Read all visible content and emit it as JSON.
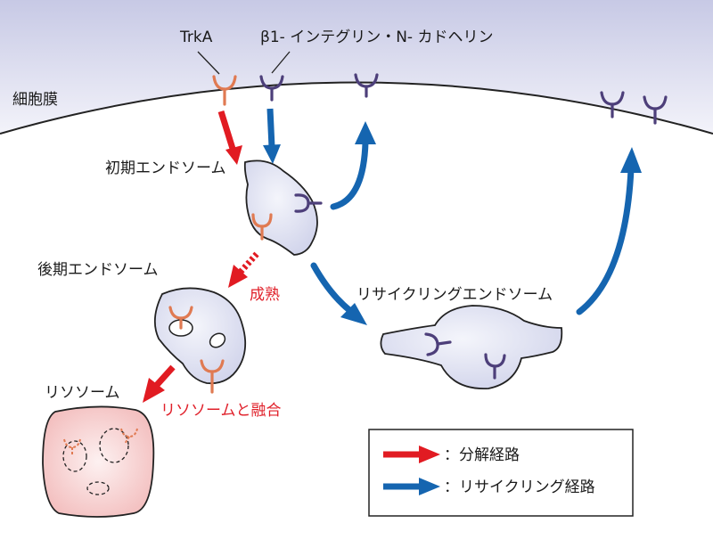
{
  "labels": {
    "trka": "TrkA",
    "integrin": "β1- インテグリン・N- カドヘリン",
    "membrane": "細胞膜",
    "early_endosome": "初期エンドソーム",
    "late_endosome": "後期エンドソーム",
    "maturation": "成熟",
    "recycling_endosome": "リサイクリングエンドソーム",
    "lysosome": "リソソーム",
    "lysosome_fusion": "リソソームと融合"
  },
  "legend": {
    "degradation": "：分解経路",
    "recycling": "：リサイクリング経路"
  },
  "colors": {
    "degradation_arrow": "#e11b22",
    "recycling_arrow": "#1565b0",
    "trka_receptor": "#e07a52",
    "integrin_receptor": "#4d3f7a",
    "endosome_fill": "#dfe1f1",
    "lysosome_fill": "#f6caca",
    "membrane_top": "#c9cbe6"
  }
}
